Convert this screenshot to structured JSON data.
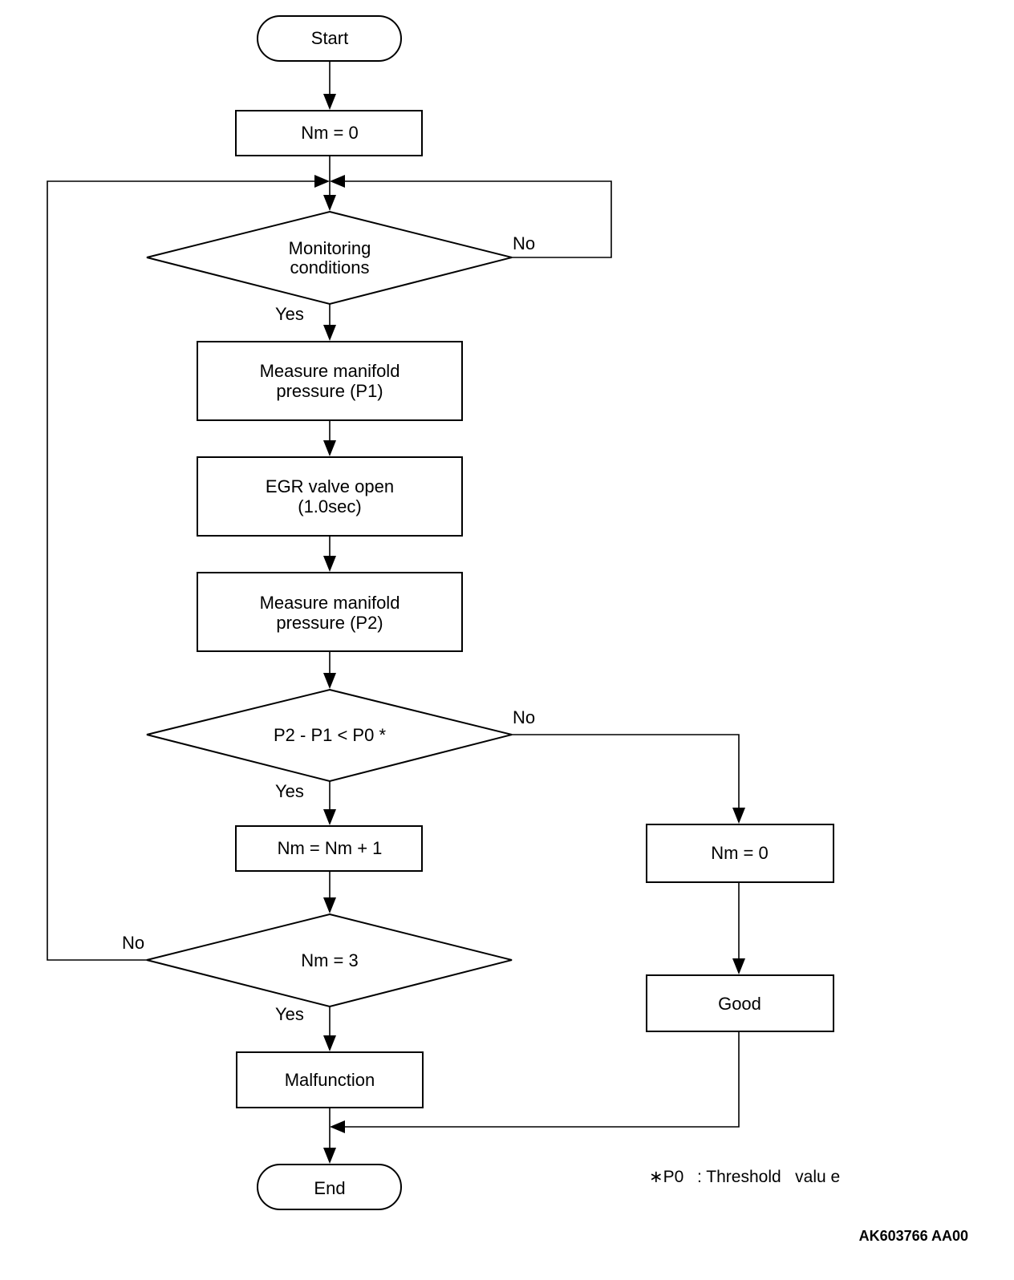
{
  "nodes": {
    "start": "Start",
    "init_counter": "Nm = 0",
    "monitoring": [
      "Monitoring",
      "conditions"
    ],
    "measure_p1": [
      "Measure manifold",
      "pressure (P1)"
    ],
    "egr_open": [
      "EGR valve open",
      "(1.0sec)"
    ],
    "measure_p2": [
      "Measure manifold",
      "pressure (P2)"
    ],
    "compare": "P2 - P1 < P0 *",
    "increment": "Nm = Nm + 1",
    "check_count": "Nm = 3",
    "reset_counter": "Nm = 0",
    "good": "Good",
    "malfunction": "Malfunction",
    "end": "End"
  },
  "edge_labels": {
    "monitoring_no": "No",
    "monitoring_yes": "Yes",
    "compare_no": "No",
    "compare_yes": "Yes",
    "count_no": "No",
    "count_yes": "Yes"
  },
  "footnote": {
    "mark": "∗P0",
    "text": ": Threshold   valu e"
  },
  "figure_code": "AK603766 AA00"
}
